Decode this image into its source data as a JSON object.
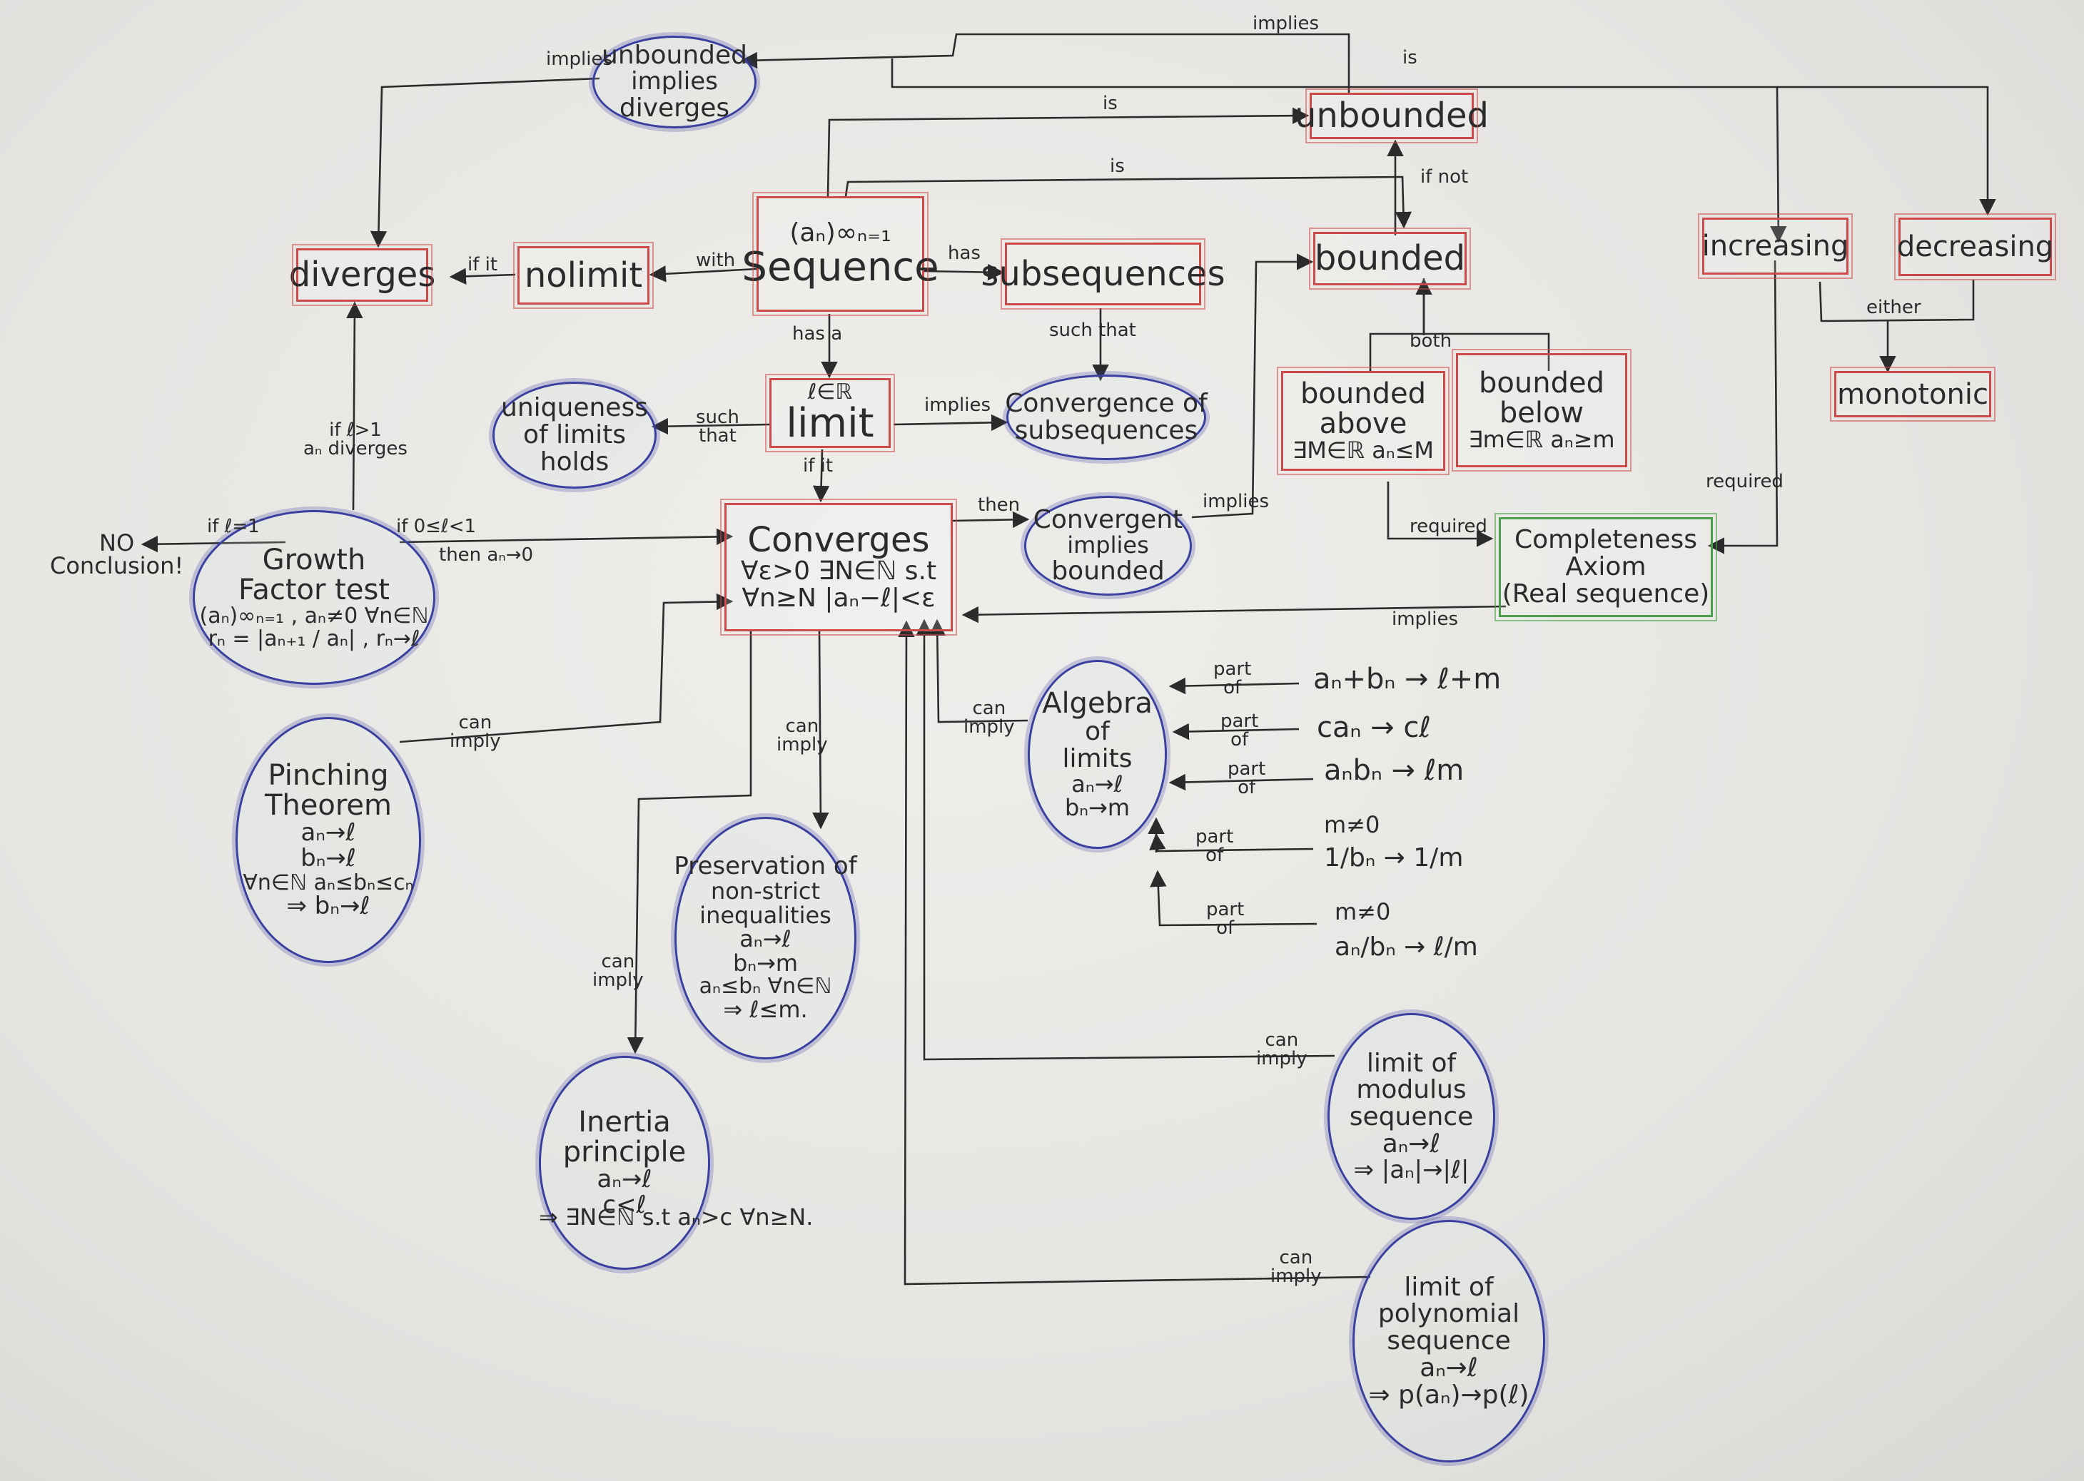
{
  "nodes": {
    "sequence_super": "(aₙ)∞ₙ₌₁",
    "sequence": "Sequence",
    "subsequences": "subsequences",
    "nolimit": "nolimit",
    "diverges": "diverges",
    "limit_super": "ℓ∈ℝ",
    "limit": "limit",
    "uniqueness": [
      "uniqueness",
      "of limits",
      "holds"
    ],
    "convergence_of_subsequences": [
      "Convergence of",
      "subsequences"
    ],
    "converges": [
      "Converges",
      "∀ε>0 ∃N∈ℕ s.t",
      "∀n≥N |aₙ−ℓ|<ε"
    ],
    "convergent_implies_bounded": [
      "Convergent",
      "implies",
      "bounded"
    ],
    "unbounded_implies_diverges": [
      "unbounded",
      "implies",
      "diverges"
    ],
    "unbounded": "unbounded",
    "bounded": "bounded",
    "bounded_above": [
      "bounded",
      "above",
      "∃M∈ℝ aₙ≤M"
    ],
    "bounded_below": [
      "bounded",
      "below",
      "∃m∈ℝ aₙ≥m"
    ],
    "increasing": "increasing",
    "decreasing": "decreasing",
    "monotonic": "monotonic",
    "completeness": [
      "Completeness",
      "Axiom",
      "(Real sequence)"
    ],
    "growth": [
      "Growth",
      "Factor test",
      "(aₙ)∞ₙ₌₁ , aₙ≠0 ∀n∈ℕ",
      "rₙ = |aₙ₊₁ / aₙ| , rₙ→ℓ"
    ],
    "no_conclusion": [
      "NO",
      "Conclusion!"
    ],
    "pinching": [
      "Pinching",
      "Theorem",
      "aₙ→ℓ",
      "bₙ→ℓ",
      "∀n∈ℕ  aₙ≤bₙ≤cₙ",
      "⇒ bₙ→ℓ"
    ],
    "preservation": [
      "Preservation of",
      "non-strict",
      "inequalities",
      "aₙ→ℓ",
      "bₙ→m",
      "aₙ≤bₙ ∀n∈ℕ",
      "⇒ ℓ≤m."
    ],
    "inertia": [
      "Inertia",
      "principle",
      "aₙ→ℓ",
      "c<ℓ",
      "⇒ ∃N∈ℕ s.t aₙ>c ∀n≥N."
    ],
    "algebra": [
      "Algebra",
      "of",
      "limits",
      "aₙ→ℓ",
      "bₙ→m"
    ],
    "alg_sum": "aₙ+bₙ → ℓ+m",
    "alg_scalar": "caₙ → cℓ",
    "alg_product": "aₙbₙ → ℓm",
    "alg_recip_cond": "m≠0",
    "alg_recip": "1/bₙ → 1/m",
    "alg_quot_cond": "m≠0",
    "alg_quot": "aₙ/bₙ → ℓ/m",
    "modulus": [
      "limit of",
      "modulus",
      "sequence",
      "aₙ→ℓ",
      "⇒ |aₙ|→|ℓ|"
    ],
    "polynomial": [
      "limit of",
      "polynomial",
      "sequence",
      "aₙ→ℓ",
      "⇒ p(aₙ)→p(ℓ)"
    ]
  },
  "edge_labels": {
    "implies_top": "implies",
    "is_top": "is",
    "implies_left": "implies",
    "is_seq_unbounded": "is",
    "is_seq_bounded": "is",
    "if_not": "if not",
    "both": "both",
    "either": "either",
    "with": "with",
    "if_it": "if it",
    "has": "has",
    "has_a": "has a",
    "such_that_sub": "such that",
    "such_that_lim": [
      "such",
      "that"
    ],
    "implies_lim": "implies",
    "if_it_lim": "if it",
    "then": "then",
    "implies_cib": "implies",
    "required_bounded": "required",
    "required_incr": "required",
    "implies_comp": "implies",
    "if_l1_left": "if ℓ=1",
    "if_l_less": "if 0≤ℓ<1",
    "then_an0": "then aₙ→0",
    "if_l_gt": [
      "if   ℓ>1",
      "aₙ  diverges"
    ],
    "can_imply_pinch": [
      "can",
      "imply"
    ],
    "can_imply_pres": [
      "can",
      "imply"
    ],
    "can_imply_inert": [
      "can",
      "imply"
    ],
    "can_imply_alg": [
      "can",
      "imply"
    ],
    "can_imply_mod": [
      "can",
      "imply"
    ],
    "can_imply_poly": [
      "can",
      "imply"
    ],
    "part_of": [
      "part",
      "of"
    ]
  },
  "colors": {
    "box_red": "#cc4a4a",
    "box_green": "#4aa04a",
    "ellipse_blue": "#3b3fa0",
    "ink": "#2b2b2b"
  }
}
